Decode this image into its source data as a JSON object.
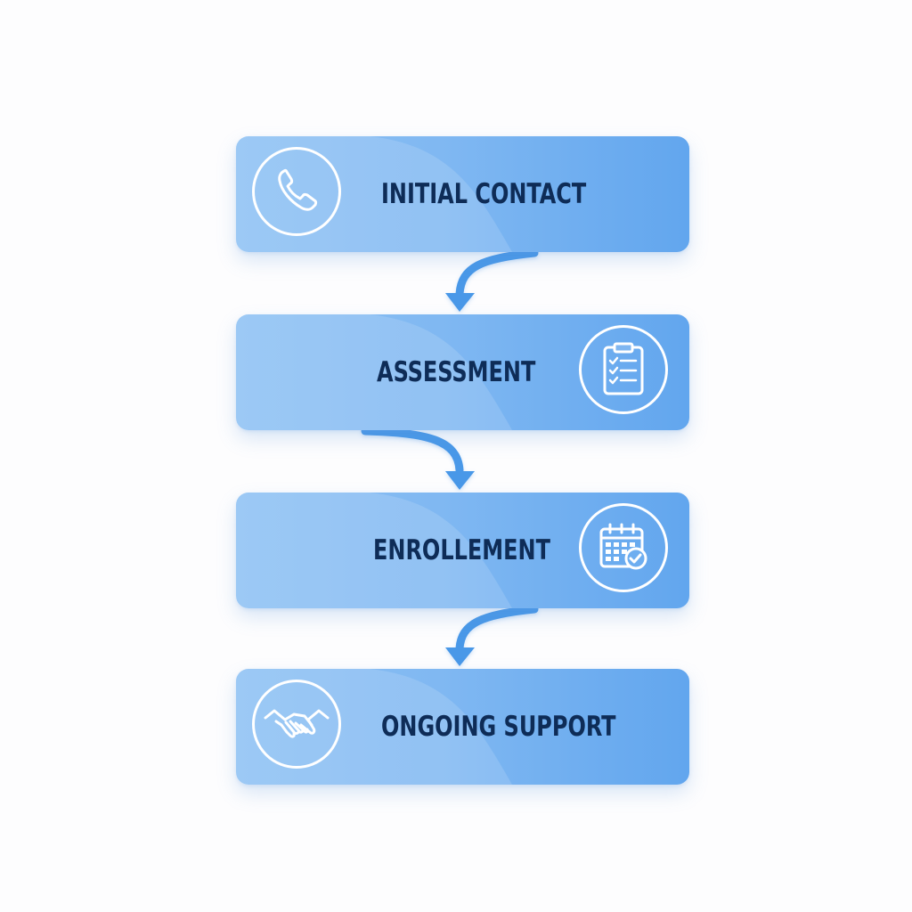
{
  "steps": [
    {
      "label": "INITIAL CONTACT",
      "icon": "phone-icon"
    },
    {
      "label": "ASSESSMENT",
      "icon": "clipboard-checklist-icon"
    },
    {
      "label": "ENROLLEMENT",
      "icon": "calendar-check-icon"
    },
    {
      "label": "ONGOING SUPPORT",
      "icon": "handshake-icon"
    }
  ],
  "colors": {
    "box_gradient_start": "#8cc0f4",
    "box_gradient_end": "#62a6ee",
    "label_text": "#0e2c57",
    "arrow": "#4a98e8",
    "icon_stroke": "#ffffff"
  }
}
